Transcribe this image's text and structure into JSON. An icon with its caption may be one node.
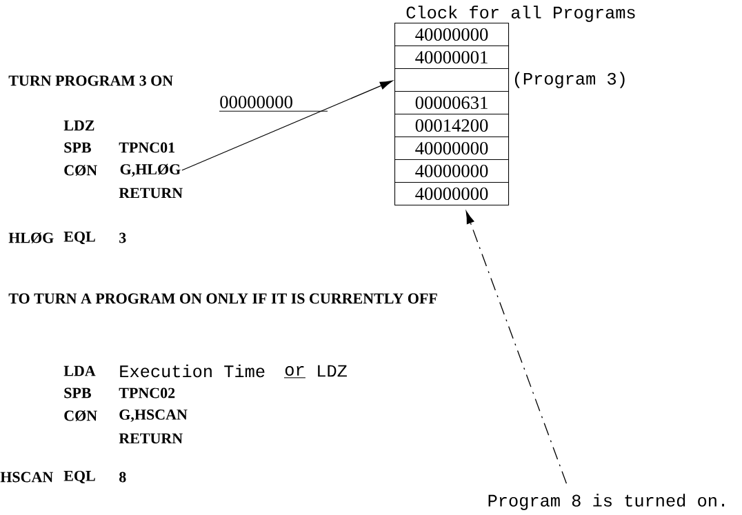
{
  "diagram": {
    "title": "Clock for all Programs",
    "nodes": [
      {
        "text": [
          "G,HLØG"
        ]
      },
      {
        "text": [
          "40000000"
        ]
      },
      {
        "text": [
          "40000001"
        ]
      },
      {
        "text": [],
        "shape": "box",
        "beside": [
          "(Program 3)"
        ]
      },
      {
        "text": [
          "00000631"
        ]
      },
      {
        "text": [
          "00014200"
        ]
      },
      {
        "text": [
          "40000000"
        ]
      },
      {
        "text": [
          "40000000"
        ]
      },
      {
        "text": [
          "40000000"
        ]
      },
      {
        "text": [
          "Program 8 is turned on."
        ]
      }
    ],
    "edges": [
      {
        "from": 0,
        "to": 3,
        "arrow": "to"
      },
      {
        "from": 9,
        "to": 8,
        "arrow": "to",
        "style": "dashed"
      }
    ],
    "labels": [
      "TURN PROGRAM 3 ON",
      "00000000",
      "LDZ",
      "SPB",
      "TPNC01",
      "CØN",
      "RETURN",
      "HLØG",
      "EQL",
      "3",
      "TO TURN A PROGRAM ON ONLY IF IT IS CURRENTLY OFF",
      "LDA",
      "Execution Time",
      "or",
      "LDZ",
      "SPB",
      "TPNC02",
      "CØN",
      "G,HSCAN",
      "RETURN",
      "HSCAN",
      "EQL",
      "8"
    ]
  }
}
